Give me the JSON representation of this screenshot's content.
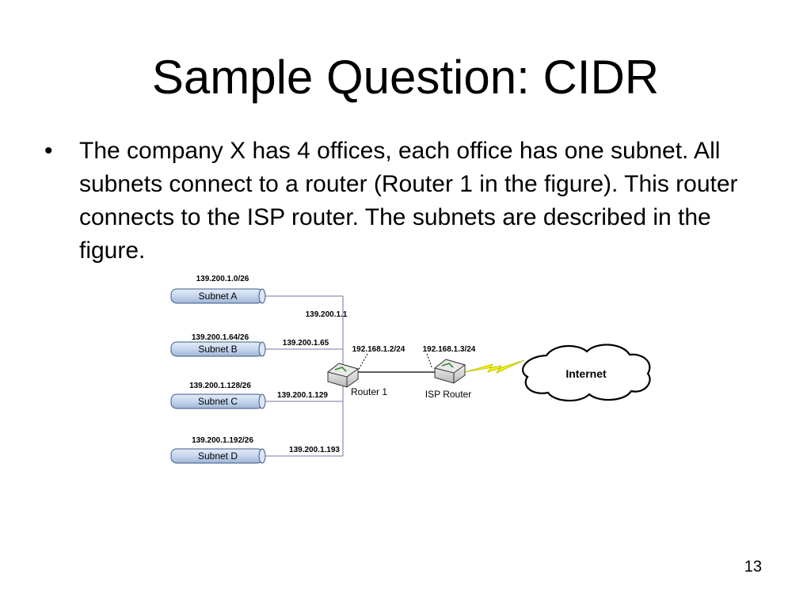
{
  "slide": {
    "title": "Sample Question: CIDR",
    "bullet_marker": "•",
    "bullet_text": "The company X has 4 offices, each office has one subnet. All subnets connect to a router (Router 1 in the figure). This router connects to the ISP router. The subnets are described in the figure.",
    "page_number": "13"
  },
  "diagram": {
    "subnets": [
      {
        "label": "Subnet A",
        "network": "139.200.1.0/26",
        "gateway": "139.200.1.1"
      },
      {
        "label": "Subnet B",
        "network": "139.200.1.64/26",
        "gateway": "139.200.1.65"
      },
      {
        "label": "Subnet C",
        "network": "139.200.1.128/26",
        "gateway": "139.200.1.129"
      },
      {
        "label": "Subnet D",
        "network": "139.200.1.192/26",
        "gateway": "139.200.1.193"
      }
    ],
    "router1": {
      "label": "Router 1",
      "wan_ip": "192.168.1.2/24"
    },
    "isp_router": {
      "label": "ISP Router",
      "ip": "192.168.1.3/24"
    },
    "internet": {
      "label": "Internet"
    },
    "colors": {
      "subnet_fill": "#c5d6ee",
      "line": "#9a8fb8",
      "link": "#000000",
      "lightning": "#f2f200"
    }
  }
}
